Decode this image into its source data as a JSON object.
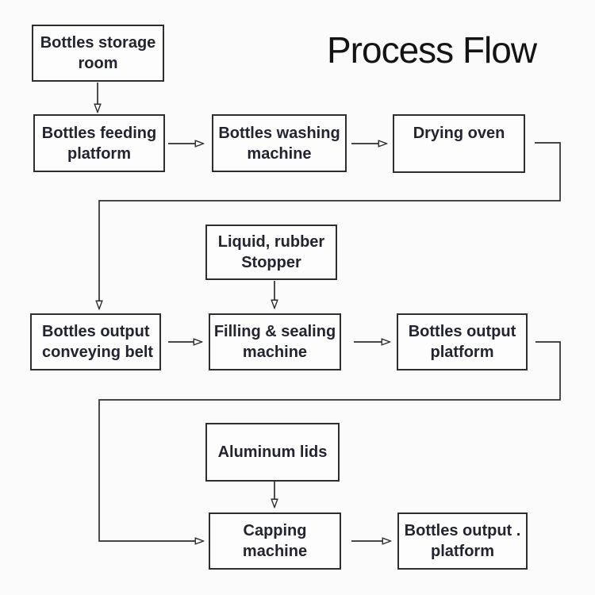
{
  "title": "Process Flow",
  "diagram": {
    "nodes": [
      {
        "id": "bottles-storage-room",
        "label": "Bottles storage\nroom"
      },
      {
        "id": "bottles-feeding-platform",
        "label": "Bottles feeding\nplatform"
      },
      {
        "id": "bottles-washing-machine",
        "label": "Bottles washing\nmachine"
      },
      {
        "id": "drying-oven",
        "label": "Drying oven"
      },
      {
        "id": "liquid-rubber-stopper",
        "label": "Liquid, rubber\nStopper"
      },
      {
        "id": "bottles-output-conveying-belt",
        "label": "Bottles output\nconveying belt"
      },
      {
        "id": "filling-sealing-machine",
        "label": "Filling & sealing\nmachine"
      },
      {
        "id": "bottles-output-platform-1",
        "label": "Bottles output\nplatform"
      },
      {
        "id": "aluminum-lids",
        "label": "Aluminum lids"
      },
      {
        "id": "capping-machine",
        "label": "Capping\nmachine"
      },
      {
        "id": "bottles-output-platform-2",
        "label": "Bottles output .\nplatform"
      }
    ],
    "edges": [
      {
        "from": "bottles-storage-room",
        "to": "bottles-feeding-platform"
      },
      {
        "from": "bottles-feeding-platform",
        "to": "bottles-washing-machine"
      },
      {
        "from": "bottles-washing-machine",
        "to": "drying-oven"
      },
      {
        "from": "drying-oven",
        "to": "bottles-output-conveying-belt"
      },
      {
        "from": "liquid-rubber-stopper",
        "to": "filling-sealing-machine"
      },
      {
        "from": "bottles-output-conveying-belt",
        "to": "filling-sealing-machine"
      },
      {
        "from": "filling-sealing-machine",
        "to": "bottles-output-platform-1"
      },
      {
        "from": "bottles-output-platform-1",
        "to": "capping-machine"
      },
      {
        "from": "aluminum-lids",
        "to": "capping-machine"
      },
      {
        "from": "capping-machine",
        "to": "bottles-output-platform-2"
      }
    ],
    "arrow_style": "hollow-triangle"
  },
  "colors": {
    "background": "#fbfbfb",
    "box_border": "#2e2e2e",
    "box_fill": "#fdfdfd",
    "line": "#2e2e2e",
    "text": "#242430",
    "title_text": "#141414"
  }
}
